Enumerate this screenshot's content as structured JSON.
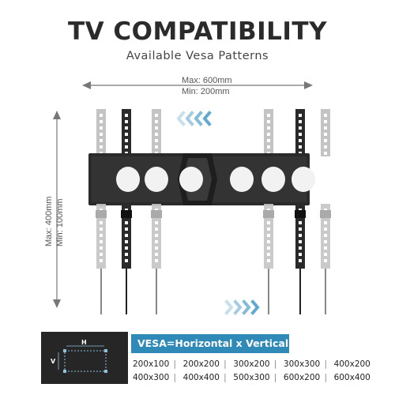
{
  "title": "TV COMPATIBILITY",
  "subtitle": "Available Vesa Patterns",
  "horizontal": {
    "max": "Max: 600mm",
    "min": "Min: 200mm"
  },
  "vertical": {
    "max": "Max: 400mm",
    "min": "Min: 100mm"
  },
  "diagram_labels": {
    "h": "H",
    "v": "V"
  },
  "vesa_label": "VESA=Horizontal x Vertical",
  "vesa_patterns": [
    [
      "200x100",
      "200x200",
      "300x200",
      "300x300",
      "400x200"
    ],
    [
      "400x300",
      "400x400",
      "500x300",
      "600x200",
      "600x400"
    ]
  ],
  "colors": {
    "badge": "#2f8ab8",
    "arrow": "#5aa4cc",
    "bracket": "#2a2a2a",
    "arm_gray": "#c2c2c2"
  }
}
